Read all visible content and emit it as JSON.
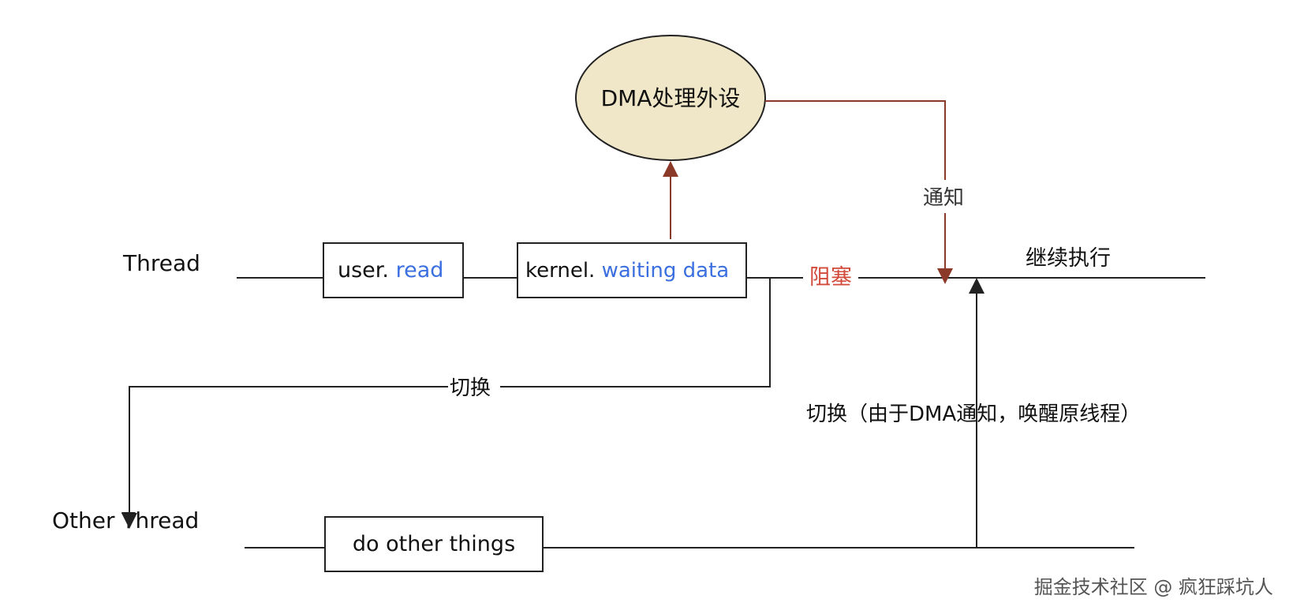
{
  "diagram": {
    "lanes": {
      "thread": "Thread",
      "other_thread": "Other Thread"
    },
    "boxes": {
      "user_read": {
        "prefix": "user. ",
        "highlight": "read"
      },
      "kernel_wait": {
        "prefix": "kernel. ",
        "highlight": "waiting data"
      },
      "do_other": {
        "text": "do other things"
      }
    },
    "dma_node": "DMA处理外设",
    "labels": {
      "notify": "通知",
      "blocked": "阻塞",
      "continue": "继续执行",
      "switch": "切换",
      "switch_back": "切换（由于DMA通知，唤醒原线程）"
    },
    "watermark": "掘金技术社区 @ 疯狂踩坑人",
    "colors": {
      "highlight_text": "#3b6fe0",
      "blocked_text": "#d24a3a",
      "dma_arrow": "#8b3a2a",
      "dma_fill": "#f0e6c8",
      "line": "#222222"
    }
  }
}
